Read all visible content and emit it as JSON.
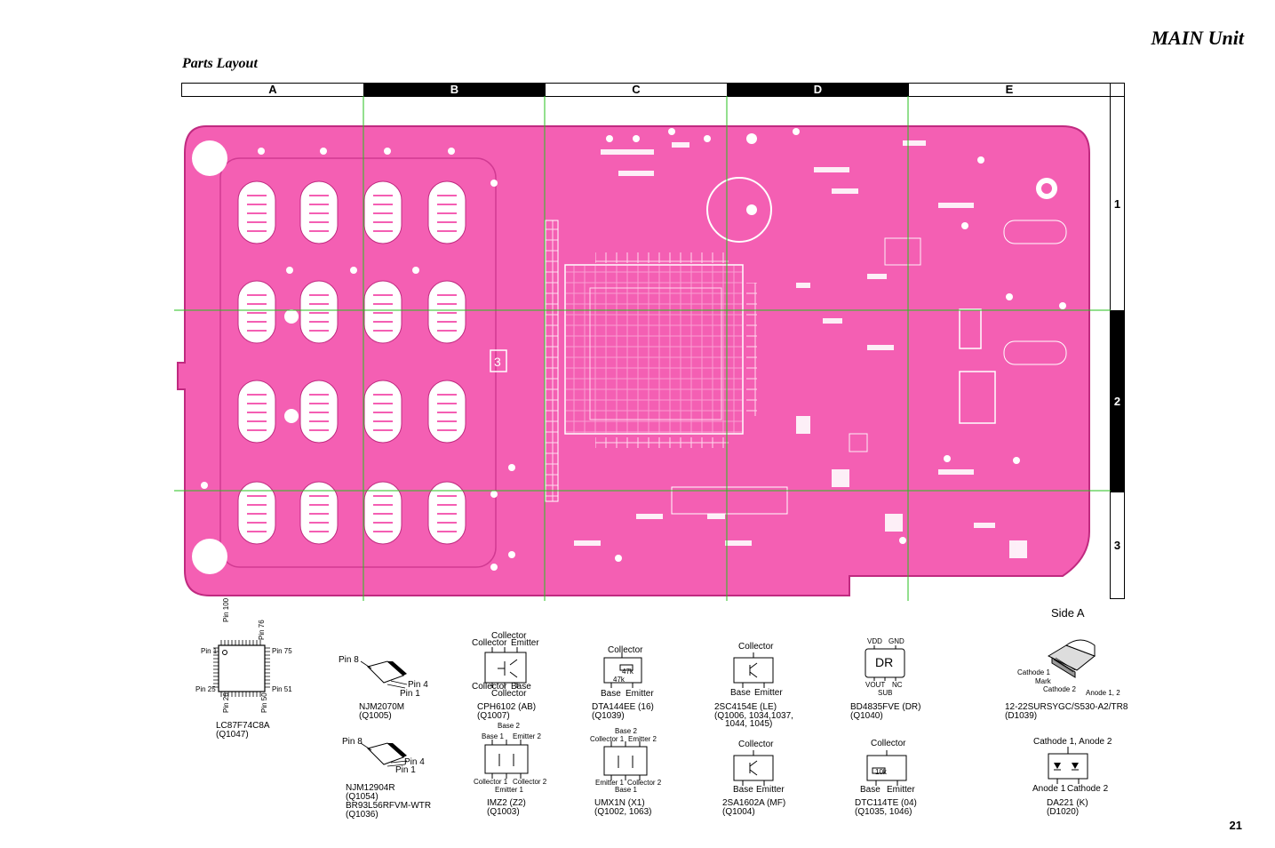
{
  "header": {
    "unit_title": "MAIN Unit",
    "section_title": "Parts Layout"
  },
  "columns": [
    "A",
    "B",
    "C",
    "D",
    "E"
  ],
  "rows": [
    "1",
    "2",
    "3"
  ],
  "board": {
    "side_label": "Side A",
    "pink": "#f45fb3",
    "grid_color": "#27c21e"
  },
  "qfp": {
    "pins": [
      "Pin 100",
      "Pin 76",
      "Pin 1",
      "Pin 75",
      "Pin 25",
      "Pin 51",
      "Pin 26",
      "Pin 50"
    ],
    "name": "LC87F74C8A",
    "ref": "(Q1047)"
  },
  "njm2070": {
    "pins": [
      "Pin 8",
      "Pin 4",
      "Pin 1"
    ],
    "name": "NJM2070M",
    "ref": "(Q1005)"
  },
  "njm12904": {
    "pins": [
      "Pin 8",
      "Pin 4",
      "Pin 1"
    ],
    "lines": [
      "NJM12904R",
      "(Q1054)",
      "BR93L56RFVM-WTR",
      "(Q1036)"
    ]
  },
  "cph6102": {
    "terms": [
      "Collector",
      "Collector",
      "Emitter",
      "Collector",
      "Base",
      "Collector"
    ],
    "name": "CPH6102 (AB)",
    "ref": "(Q1007)"
  },
  "dta144ee": {
    "terms": [
      "Collector",
      "47k",
      "47k",
      "Base",
      "Emitter"
    ],
    "name": "DTA144EE (16)",
    "ref": "(Q1039)"
  },
  "sc4154e": {
    "terms": [
      "Collector",
      "Base",
      "Emitter"
    ],
    "name": "2SC4154E (LE)",
    "ref": "(Q1006, 1034,1037,",
    "ref2": "1044, 1045)"
  },
  "bd4835": {
    "terms": [
      "VDD",
      "GND",
      "DR",
      "VOUT",
      "NC",
      "SUB"
    ],
    "name": "BD4835FVE (DR)",
    "ref": "(Q1040)"
  },
  "led": {
    "terms": [
      "Cathode 1",
      "Mark",
      "Cathode 2",
      "Anode 1, 2"
    ],
    "name": "12-22SURSYGC/S530-A2/TR8",
    "ref": "(D1039)"
  },
  "imz2": {
    "terms": [
      "Base 2",
      "Base 1",
      "Emitter 2",
      "Collector 1",
      "Collector 2",
      "Emitter 1"
    ],
    "name": "IMZ2 (Z2)",
    "ref": "(Q1003)"
  },
  "umx1n": {
    "terms": [
      "Base 2",
      "Collector 1",
      "Emitter 2",
      "Emitter 1",
      "Collector 2",
      "Base 1"
    ],
    "name": "UMX1N (X1)",
    "ref": "(Q1002, 1063)"
  },
  "sa1602": {
    "terms": [
      "Collector",
      "Base",
      "Emitter"
    ],
    "name": "2SA1602A (MF)",
    "ref": "(Q1004)"
  },
  "dtc114": {
    "terms": [
      "Collector",
      "10k",
      "Base",
      "Emitter"
    ],
    "name": "DTC114TE (04)",
    "ref": "(Q1035, 1046)"
  },
  "da221": {
    "terms": [
      "Cathode 1, Anode 2",
      "Anode 1",
      "Cathode 2"
    ],
    "name": "DA221 (K)",
    "ref": "(D1020)"
  },
  "page_number": "21"
}
